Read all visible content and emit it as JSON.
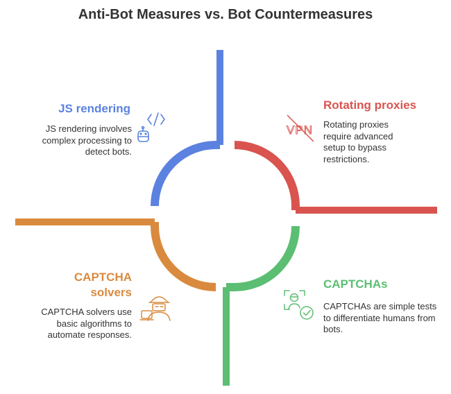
{
  "title": "Anti-Bot Measures vs. Bot Countermeasures",
  "colors": {
    "blue": "#5B82E0",
    "red": "#D9544F",
    "orange": "#D98A3E",
    "green": "#5BBE72",
    "title": "#333333",
    "text": "#333333"
  },
  "sections": {
    "js_rendering": {
      "heading": "JS rendering",
      "description": "JS rendering involves complex processing to detect bots.",
      "icon": "code-robot-icon"
    },
    "rotating_proxies": {
      "heading": "Rotating proxies",
      "description": "Rotating proxies require advanced setup to bypass restrictions.",
      "icon": "vpn-crossed-icon"
    },
    "captcha_solvers": {
      "heading": "CAPTCHA solvers",
      "description": "CAPTCHA solvers use basic algorithms to automate responses.",
      "icon": "hacker-laptop-icon"
    },
    "captchas": {
      "heading": "CAPTCHAs",
      "description": "CAPTCHAs are simple tests to differentiate humans from bots.",
      "icon": "user-check-icon"
    }
  },
  "vpn_label": "VPN"
}
